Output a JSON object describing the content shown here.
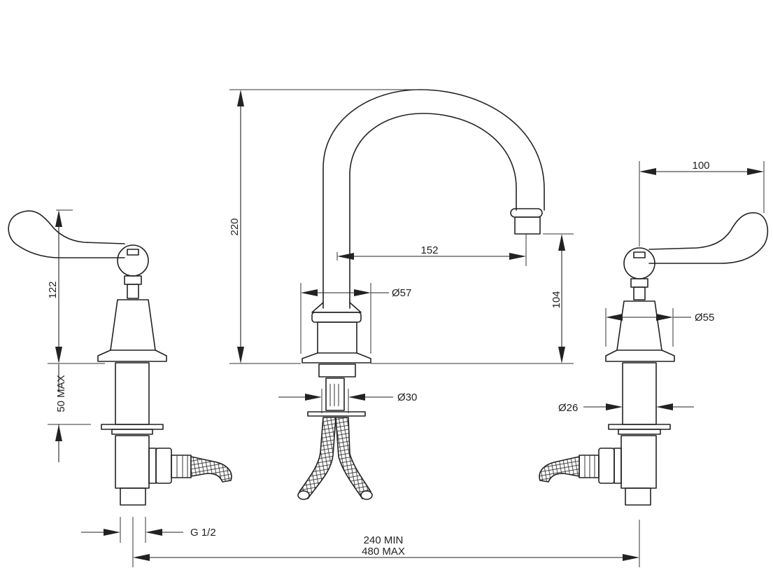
{
  "diagram": {
    "dimensions": {
      "height_total": "220",
      "handle_height": "122",
      "mount_thickness": "50 MAX",
      "spout_reach": "152",
      "outlet_height": "104",
      "handle_reach": "100",
      "spout_base_diameter": "Ø57",
      "valve_base_diameter": "Ø55",
      "spout_shank_diameter": "Ø30",
      "valve_shank_diameter": "Ø26",
      "inlet_thread": "G 1/2",
      "centers_min": "240 MIN",
      "centers_max": "480 MAX"
    }
  }
}
